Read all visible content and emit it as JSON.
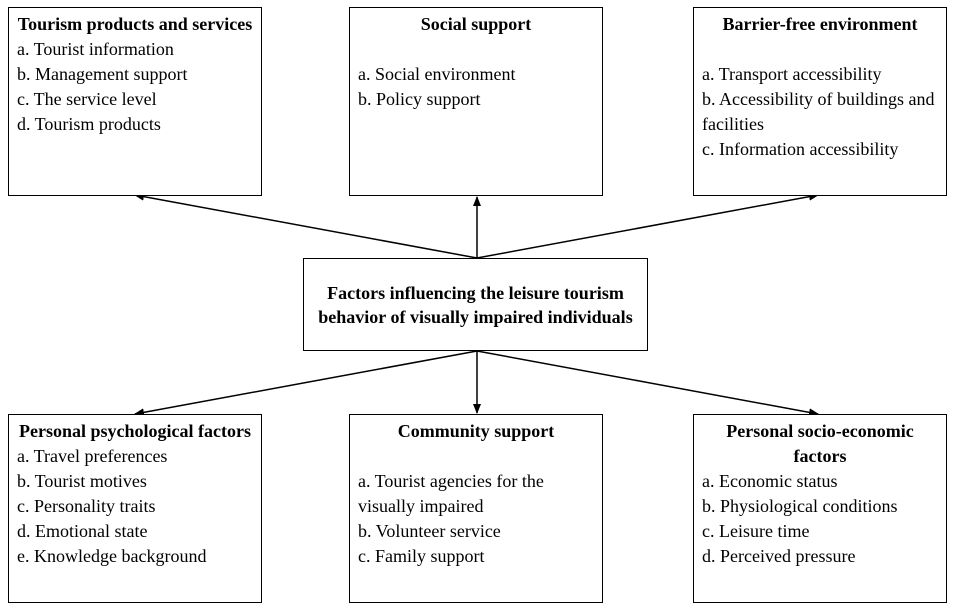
{
  "center": {
    "title": "Factors influencing the leisure tourism behavior of visually impaired individuals"
  },
  "boxes": [
    {
      "title": "Tourism products and services",
      "items": [
        "a. Tourist information",
        "b. Management support",
        "c. The service level",
        "d. Tourism products"
      ]
    },
    {
      "title": "Social support",
      "items": [
        "a. Social environment",
        "b. Policy support"
      ]
    },
    {
      "title": "Barrier-free environment",
      "items": [
        "a. Transport accessibility",
        "b. Accessibility of buildings and facilities",
        "c. Information accessibility"
      ]
    },
    {
      "title": "Personal psychological factors",
      "items": [
        "a. Travel preferences",
        "b. Tourist motives",
        "c. Personality traits",
        "d. Emotional state",
        "e. Knowledge background"
      ]
    },
    {
      "title": "Community support",
      "items": [
        "a. Tourist agencies for the visually impaired",
        "b. Volunteer service",
        "c. Family support"
      ]
    },
    {
      "title": "Personal socio-economic factors",
      "items": [
        "a. Economic status",
        "b. Physiological conditions",
        "c. Leisure time",
        "d. Perceived pressure"
      ]
    }
  ]
}
